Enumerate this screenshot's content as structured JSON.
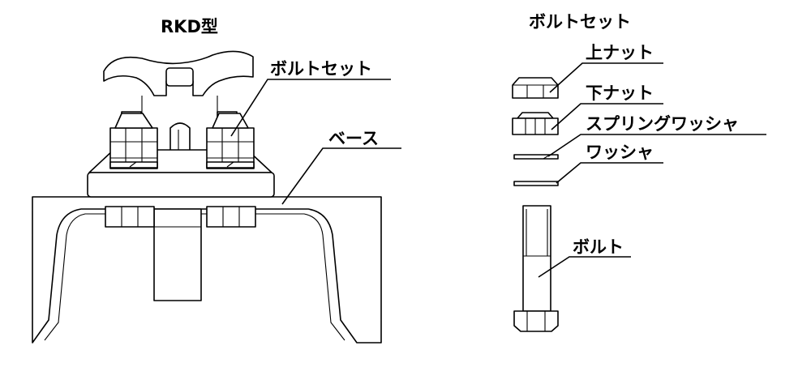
{
  "assembly": {
    "title": "RKD型",
    "labels": {
      "bolt_set": "ボルトセット",
      "base": "ベース"
    }
  },
  "parts": {
    "title": "ボルトセット",
    "labels": {
      "upper_nut": "上ナット",
      "lower_nut": "下ナット",
      "spring_washer": "スプリングワッシャ",
      "washer": "ワッシャ",
      "bolt": "ボルト"
    }
  }
}
